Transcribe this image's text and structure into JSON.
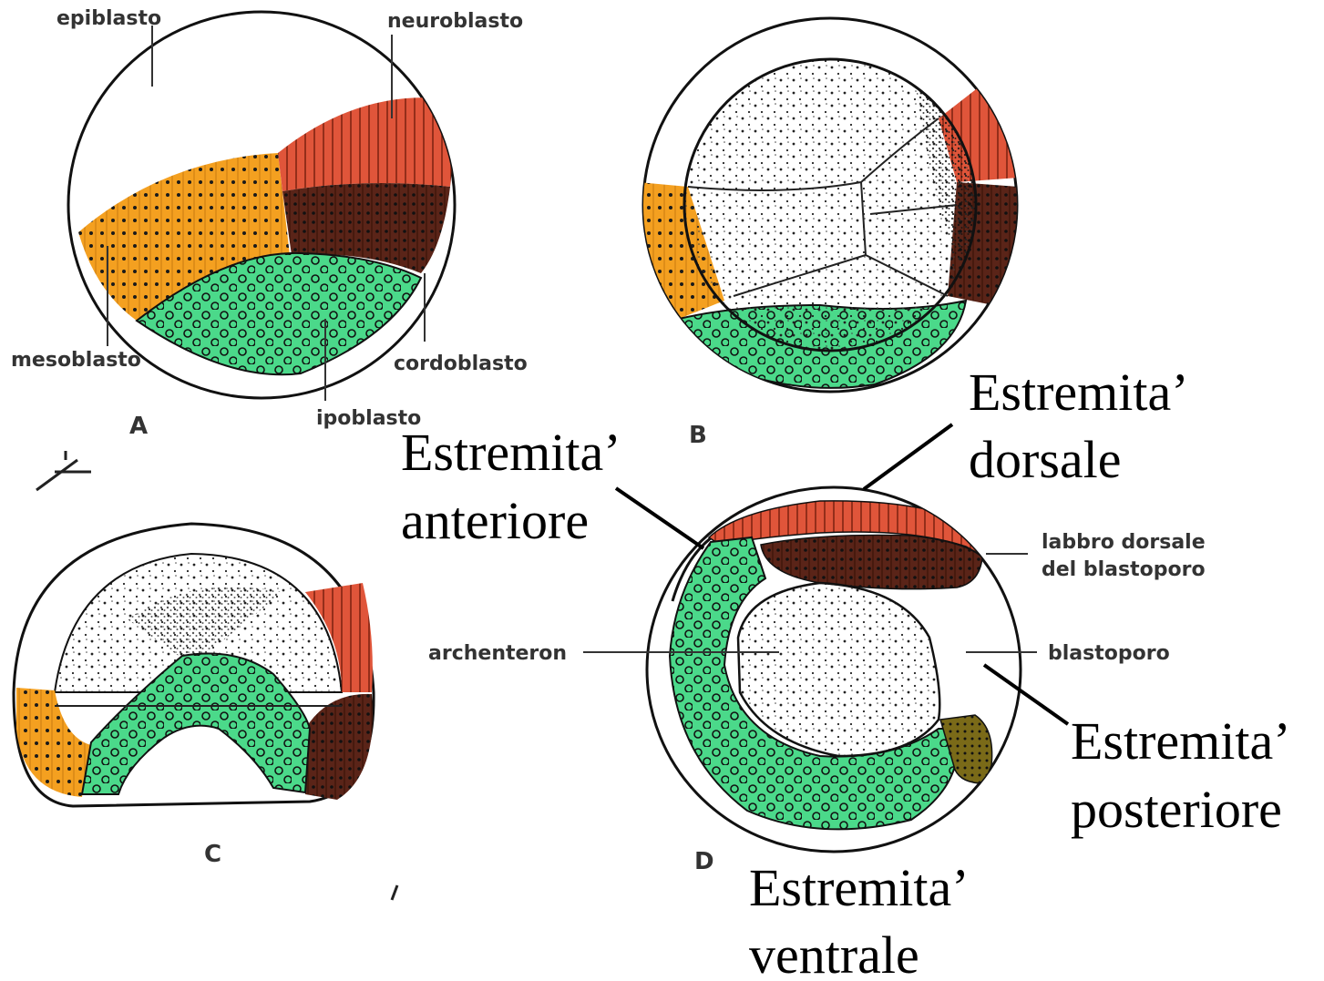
{
  "colors": {
    "mesoblasto": "#f4a020",
    "neuroblasto": "#e0553a",
    "cordoblasto": "#5a2418",
    "ipoblasto": "#4bd98a",
    "tailbud": "#7a6a18"
  },
  "panel_a": {
    "letter": "A",
    "labels": {
      "epiblasto": "epiblasto",
      "neuroblasto": "neuroblasto",
      "mesoblasto": "mesoblasto",
      "cordoblasto": "cordoblasto",
      "ipoblasto": "ipoblasto"
    }
  },
  "panel_b": {
    "letter": "B"
  },
  "panel_c": {
    "letter": "C"
  },
  "panel_d": {
    "letter": "D",
    "labels": {
      "labbro_line1": "labbro dorsale",
      "labbro_line2": "del blastoporo",
      "archenteron": "archenteron",
      "blastoporo": "blastoporo"
    }
  },
  "callouts": {
    "dorsale": [
      "Estremita’",
      "dorsale"
    ],
    "anteriore": [
      "Estremita’",
      "anteriore"
    ],
    "posteriore": [
      "Estremita’",
      "posteriore"
    ],
    "ventrale": [
      "Estremita’",
      "ventrale"
    ]
  }
}
